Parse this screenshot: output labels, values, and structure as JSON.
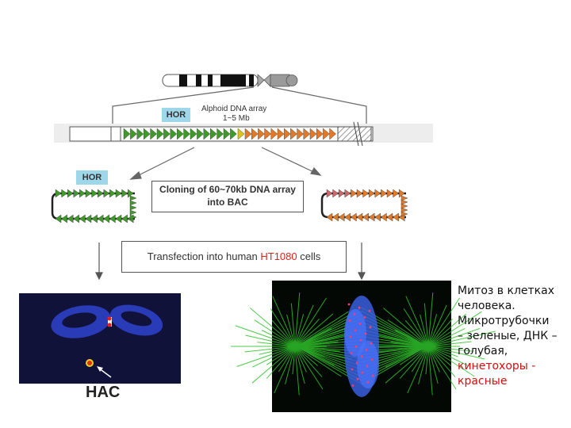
{
  "diagram": {
    "alphoid_label": "Alphoid DNA array",
    "alphoid_size": "1~5 Mb",
    "hor_top": "HOR",
    "hor_left": "HOR",
    "cloning_line1": "Cloning of 60~70kb DNA array",
    "cloning_line2": "into BAC",
    "transfection_prefix": "Transfection into human ",
    "transfection_highlight": "HT1080",
    "transfection_suffix": " cells",
    "hac_label": "HAC"
  },
  "caption": {
    "line1": "Митоз в клетках",
    "line2": "человека.",
    "line3": "Микротрубочки",
    "line4": "– зеленые, ДНК –",
    "line5": "голубая,",
    "line6": "кинетохоры -",
    "line7": "красные"
  },
  "colors": {
    "green_arrow": "#3f9a2a",
    "orange_arrow": "#e07a2a",
    "hor_box": "#9fd7ea",
    "highlight_red": "#e0201a",
    "caption_red": "#d01010"
  }
}
